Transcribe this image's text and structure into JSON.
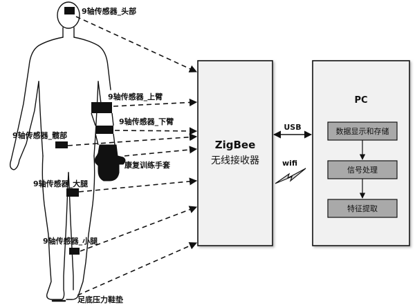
{
  "sensors": {
    "head": "9轴传感器_头部",
    "upper_arm": "9轴传感器_上臂",
    "forearm": "9轴传感器_下臂",
    "hip": "9轴传感器_髋部",
    "glove": "康复训练手套",
    "thigh": "9轴传感器_大腿",
    "calf": "9轴传感器_小腿",
    "insole": "足底压力鞋垫"
  },
  "receiver": {
    "line1": "ZigBee",
    "line2": "无线接收器"
  },
  "links": {
    "usb": "USB",
    "wifi": "wifi"
  },
  "pc": {
    "title": "PC",
    "blocks": [
      "数据显示和存储",
      "信号处理",
      "特征提取"
    ]
  },
  "colors": {
    "box_fill": "#f1f1f1",
    "process_fill": "#a9a9a9",
    "line": "#111111"
  }
}
